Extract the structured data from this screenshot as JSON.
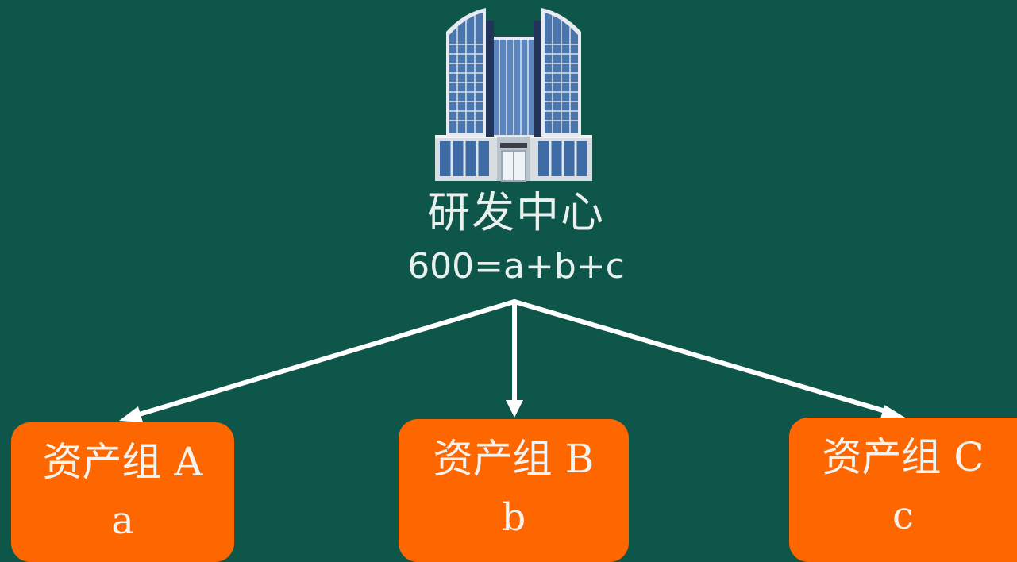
{
  "center": {
    "title": "研发中心",
    "formula": "600=a+b+c",
    "icon": "office-building-icon"
  },
  "groups": [
    {
      "name": "资产组 A",
      "var": "a"
    },
    {
      "name": "资产组 B",
      "var": "b"
    },
    {
      "name": "资产组 C",
      "var": "c"
    }
  ],
  "colors": {
    "background": "#0d5649",
    "box_fill": "#fe6600",
    "text": "#e9f0ee",
    "arrow": "#ffffff"
  }
}
